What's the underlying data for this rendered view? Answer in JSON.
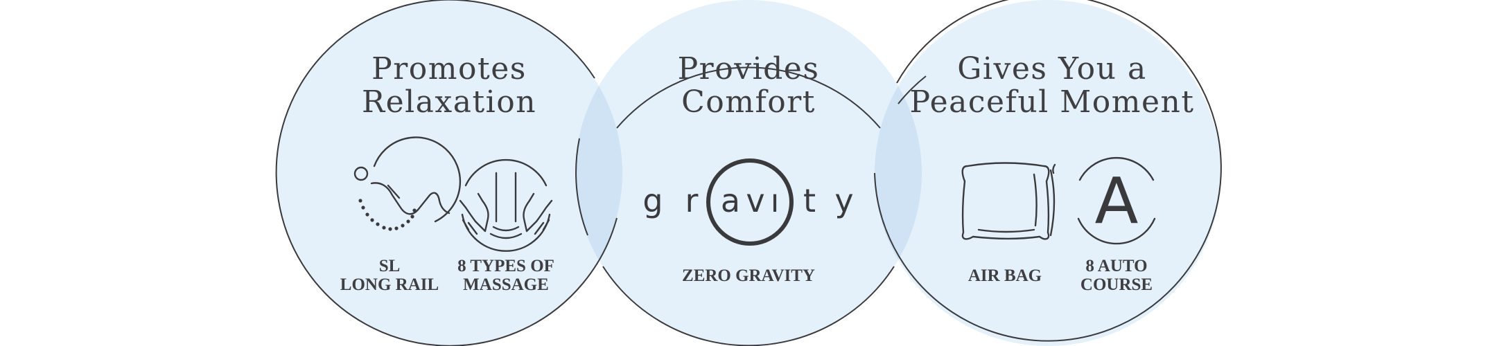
{
  "colors": {
    "circle_fill": "#e4f1fa",
    "overlap_fill": "#cfe3f4",
    "stroke": "#3a3a3d",
    "text": "#3f3f42",
    "background": "#ffffff"
  },
  "panels": [
    {
      "title_line1": "Promotes",
      "title_line2": "Relaxation",
      "features": [
        {
          "icon": "sl-long-rail-icon",
          "line1": "SL",
          "line2": "LONG RAIL"
        },
        {
          "icon": "massage-hands-icon",
          "line1": "8 TYPES OF",
          "line2": "MASSAGE"
        }
      ]
    },
    {
      "title_line1": "Provides",
      "title_line2": "Comfort",
      "logo": {
        "letters": [
          "g",
          "r",
          "a",
          "v",
          "ı",
          "t",
          "y"
        ]
      },
      "features": [
        {
          "icon": "zero-gravity-logo",
          "line1": "ZERO GRAVITY"
        }
      ]
    },
    {
      "title_line1": "Gives You a",
      "title_line2": "Peaceful Moment",
      "features": [
        {
          "icon": "pillow-icon",
          "line1": "AIR BAG"
        },
        {
          "icon": "auto-course-icon",
          "glyph": "A",
          "line1": "8 AUTO",
          "line2": "COURSE"
        }
      ]
    }
  ]
}
